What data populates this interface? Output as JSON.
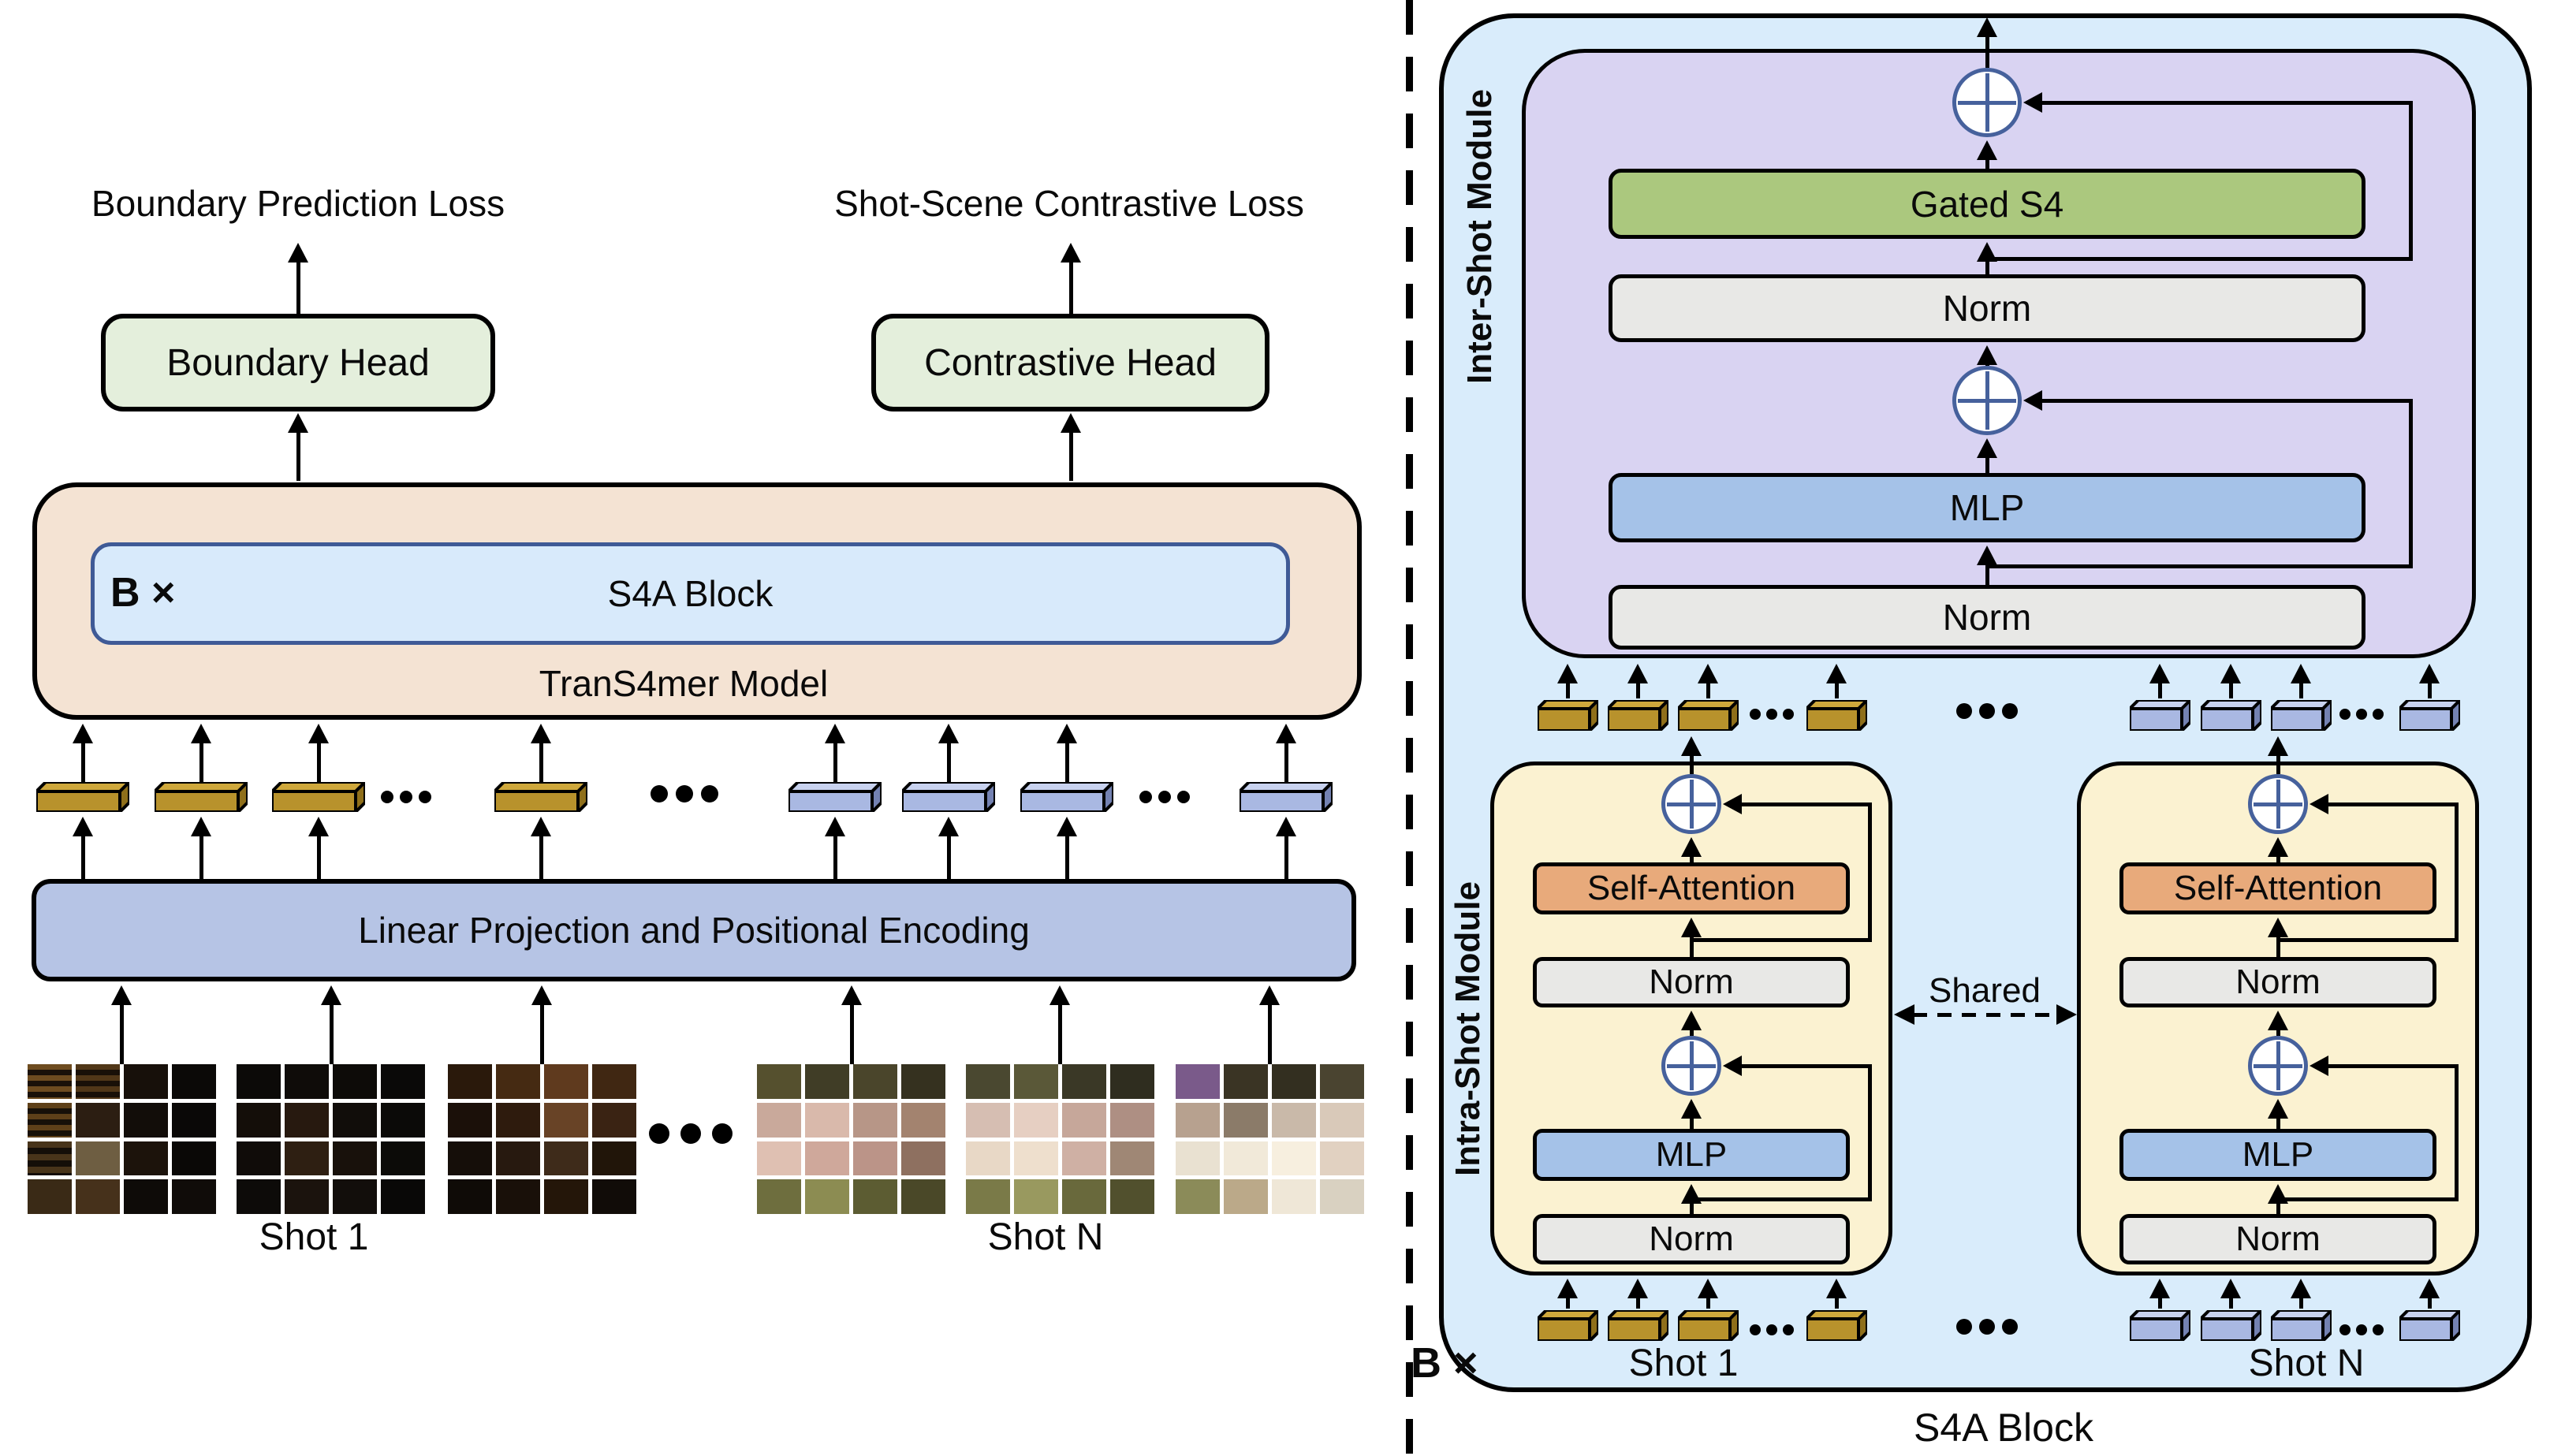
{
  "title": "TranS4mer model and S4A Block architecture diagram",
  "labels": {
    "boundary_prediction_loss": "Boundary Prediction Loss",
    "shot_scene_contrastive_loss": "Shot-Scene Contrastive Loss",
    "boundary_head": "Boundary Head",
    "contrastive_head": "Contrastive Head",
    "repeat_factor": "B ×",
    "s4a_block": "S4A Block",
    "trans4mer_model": "TranS4mer Model",
    "linear_projection": "Linear Projection and Positional Encoding",
    "shot_1": "Shot 1",
    "shot_n": "Shot N",
    "inter_shot_module": "Inter-Shot Module",
    "intra_shot_module": "Intra-Shot Module",
    "gated_s4": "Gated S4",
    "norm": "Norm",
    "mlp": "MLP",
    "self_attention": "Self-Attention",
    "shared": "Shared",
    "ellipsis": "..."
  },
  "colors": {
    "head_green": "#e4efdc",
    "model_peach": "#f4e3d3",
    "s4a_inner_blue": "#d8eafb",
    "s4a_inner_border": "#3f5a96",
    "projection_blue": "#b6c4e5",
    "outer_panel_blue": "#d9ecfb",
    "inter_module_purple": "#d9d3f2",
    "gated_s4_green": "#abc87e",
    "norm_gray": "#e8e8e6",
    "mlp_blue": "#a5c2e8",
    "self_attention_orange": "#e8aa7b",
    "intra_module_yellow": "#fbf2d1",
    "oplus_blue": "#46619c",
    "line_black": "#000000",
    "token_gold_front": "#b8922c",
    "token_gold_top": "#cfa83c",
    "token_gold_side": "#8f6f1a",
    "token_blue_front": "#a9b8e2",
    "token_blue_top": "#c8d2ef",
    "token_blue_side": "#7482b2"
  },
  "frames": {
    "shot1": [
      [
        "repeating-linear-gradient(180deg,#6e4c20 0 7px,#1a1109 7px 14px)",
        "repeating-linear-gradient(180deg,#513718 0 7px,#191008 7px 14px)",
        "#17100a",
        "#0b0907",
        "repeating-linear-gradient(180deg,#5e4019 0 7px,#171008 7px 14px)",
        "#2c1e12",
        "#120d09",
        "#0a0807",
        "repeating-linear-gradient(180deg,#48341a 0 8px,#140e08 8px 16px)",
        "#6e5e42",
        "#1c130b",
        "#0a0806",
        "#3a2a16",
        "#46311b",
        "#0e0b08",
        "#100c09"
      ],
      [
        "#0c0a08",
        "#0f0c09",
        "#0d0b08",
        "#0a0908",
        "#140e09",
        "#27190f",
        "#110d0a",
        "#0b0a08",
        "#100c09",
        "#2e1f12",
        "#18110b",
        "#0c0b08",
        "#0d0b09",
        "#1b130d",
        "#120e0b",
        "#090807"
      ],
      [
        "#2a190b",
        "#452a12",
        "#5f3a1e",
        "#402712",
        "#1b1009",
        "#2e1b0d",
        "#684326",
        "#3a2313",
        "#150e09",
        "#27190f",
        "#3e2b1a",
        "#211509",
        "#0f0b07",
        "#191009",
        "#241609",
        "#110c08"
      ]
    ],
    "shotn": [
      [
        "#55502e",
        "#403d26",
        "#4a452b",
        "#35311f",
        "#c9a99b",
        "#d9b9ab",
        "#b79687",
        "#a3836f",
        "#dfc0b2",
        "#cfa89b",
        "#bb9488",
        "#8e7060",
        "#6e6e3e",
        "#8c8c52",
        "#5c5c32",
        "#4a4828"
      ],
      [
        "#4a4830",
        "#5a5838",
        "#3a3826",
        "#2f2d1f",
        "#d6beb2",
        "#e6cfc2",
        "#c6a79a",
        "#ae8f83",
        "#e8d8c6",
        "#eedfcd",
        "#cfb0a4",
        "#9f8775",
        "#7a7a48",
        "#99995f",
        "#69693c",
        "#51502d"
      ],
      [
        "#7a5a8a",
        "#3a3424",
        "#332f20",
        "#4a4430",
        "#b7a18f",
        "#8b7b69",
        "#c9b9a9",
        "#d9c9b9",
        "#e9e1d1",
        "#f1e9d9",
        "#f7efdf",
        "#e1d1c1",
        "#8b8b59",
        "#bba989",
        "#efe7d7",
        "#d9d1c1"
      ]
    ]
  }
}
